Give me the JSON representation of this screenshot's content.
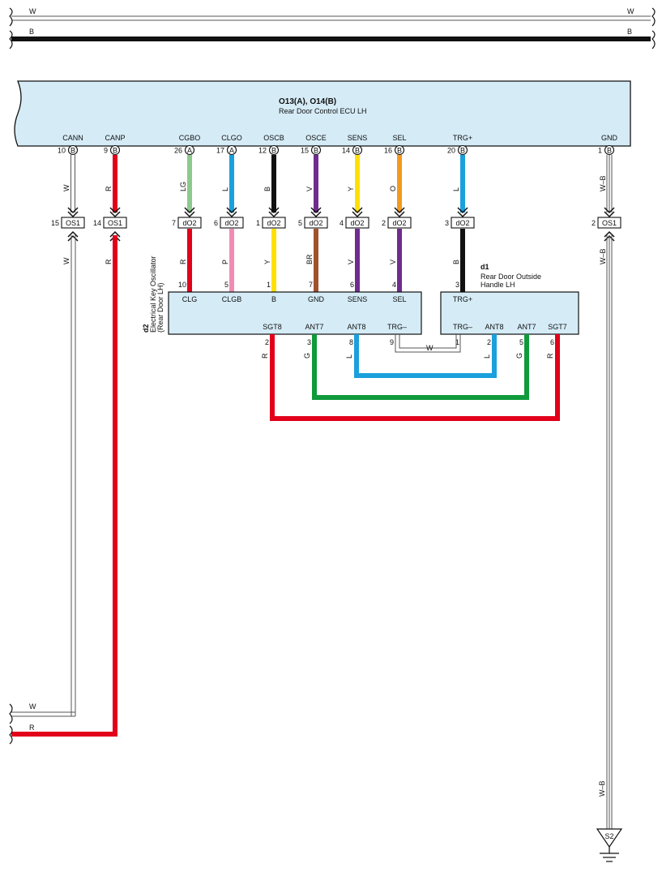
{
  "top_bus": {
    "w_label": "W",
    "b_label": "B"
  },
  "ecu": {
    "title": "O13(A), O14(B)",
    "name": "Rear Door Control ECU LH",
    "pins": [
      {
        "label": "CANN",
        "num": "10",
        "conn": "B"
      },
      {
        "label": "CANP",
        "num": "9",
        "conn": "B"
      },
      {
        "label": "CGBO",
        "num": "26",
        "conn": "A"
      },
      {
        "label": "CLGO",
        "num": "17",
        "conn": "A"
      },
      {
        "label": "OSCB",
        "num": "12",
        "conn": "B"
      },
      {
        "label": "OSCE",
        "num": "15",
        "conn": "B"
      },
      {
        "label": "SENS",
        "num": "14",
        "conn": "B"
      },
      {
        "label": "SEL",
        "num": "16",
        "conn": "B"
      },
      {
        "label": "TRG+",
        "num": "20",
        "conn": "B"
      },
      {
        "label": "GND",
        "num": "1",
        "conn": "B"
      }
    ]
  },
  "wires_upper": [
    "W",
    "R",
    "LG",
    "L",
    "B",
    "V",
    "Y",
    "O",
    "L",
    "W–B"
  ],
  "connectors": [
    {
      "num": "15",
      "name": "OS1"
    },
    {
      "num": "14",
      "name": "OS1"
    },
    {
      "num": "7",
      "name": "dO2"
    },
    {
      "num": "6",
      "name": "dO2"
    },
    {
      "num": "1",
      "name": "dO2"
    },
    {
      "num": "5",
      "name": "dO2"
    },
    {
      "num": "4",
      "name": "dO2"
    },
    {
      "num": "2",
      "name": "dO2"
    },
    {
      "num": "3",
      "name": "dO2"
    },
    {
      "num": "2",
      "name": "OS1"
    }
  ],
  "wires_lower": [
    "W",
    "R",
    "R",
    "P",
    "Y",
    "BR",
    "V",
    "V",
    "B",
    "W–B"
  ],
  "d2": {
    "id": "d2",
    "name_line1": "Electrical Key Oscillator",
    "name_line2": "(Rear Door LH)",
    "top_pins": [
      {
        "num": "10",
        "label": "CLG"
      },
      {
        "num": "5",
        "label": "CLGB"
      },
      {
        "num": "1",
        "label": "B"
      },
      {
        "num": "7",
        "label": "GND"
      },
      {
        "num": "6",
        "label": "SENS"
      },
      {
        "num": "4",
        "label": "SEL"
      }
    ],
    "bottom_pins": [
      {
        "num": "2",
        "label": "SGT8"
      },
      {
        "num": "3",
        "label": "ANT7"
      },
      {
        "num": "8",
        "label": "ANT8"
      },
      {
        "num": "9",
        "label": "TRG–"
      }
    ]
  },
  "d1": {
    "id": "d1",
    "name_line1": "Rear Door Outside",
    "name_line2": "Handle LH",
    "top_pins": [
      {
        "num": "3",
        "label": "TRG+"
      }
    ],
    "bottom_pins": [
      {
        "num": "1",
        "label": "TRG–"
      },
      {
        "num": "2",
        "label": "ANT8"
      },
      {
        "num": "5",
        "label": "ANT7"
      },
      {
        "num": "6",
        "label": "SGT7"
      }
    ]
  },
  "bottom_wires": {
    "sgt8": "R",
    "ant7": "G",
    "ant8": "L",
    "trg": "W",
    "d1_ant8": "L",
    "d1_ant7": "G",
    "d1_sgt7": "R"
  },
  "left_bus": {
    "w_label": "W",
    "r_label": "R"
  },
  "ground": {
    "wire": "W–B",
    "id": "S2"
  },
  "colors": {
    "ecu_fill": "#d5ecf7",
    "red": "#e2001a",
    "blue": "#1aa0dc",
    "green": "#0f9a3b",
    "lightgreen": "#8cc98c",
    "purple": "#6f2c8f",
    "yellow": "#ffe000",
    "orange": "#f39a1e",
    "pink": "#f08cb4",
    "brown": "#a0522d",
    "black": "#111111"
  }
}
